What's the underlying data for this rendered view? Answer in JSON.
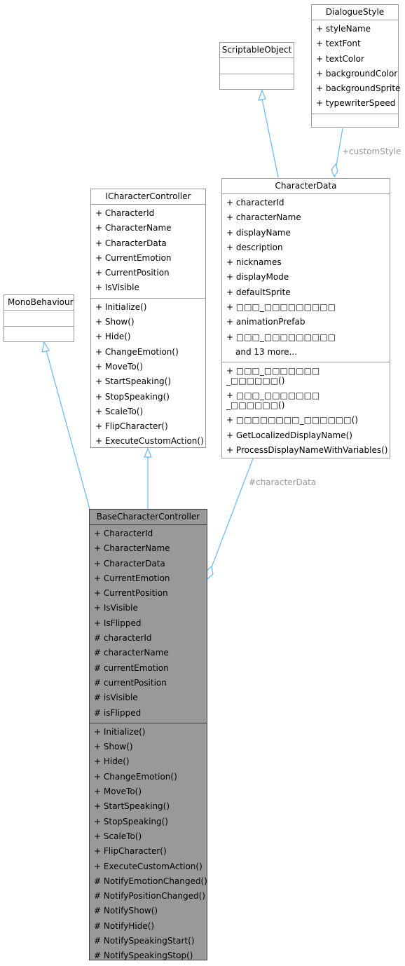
{
  "classes": {
    "dialogue_style": {
      "name": "DialogueStyle",
      "attributes": [
        "+ styleName",
        "+ textFont",
        "+ textColor",
        "+ backgroundColor",
        "+ backgroundSprite",
        "+ typewriterSpeed"
      ]
    },
    "scriptable_object": {
      "name": "ScriptableObject"
    },
    "mono_behaviour": {
      "name": "MonoBehaviour"
    },
    "icharacter_controller": {
      "name": "ICharacterController",
      "attributes": [
        "+ CharacterId",
        "+ CharacterName",
        "+ CharacterData",
        "+ CurrentEmotion",
        "+ CurrentPosition",
        "+ IsVisible"
      ],
      "operations": [
        "+ Initialize()",
        "+ Show()",
        "+ Hide()",
        "+ ChangeEmotion()",
        "+ MoveTo()",
        "+ StartSpeaking()",
        "+ StopSpeaking()",
        "+ ScaleTo()",
        "+ FlipCharacter()",
        "+ ExecuteCustomAction()"
      ]
    },
    "character_data": {
      "name": "CharacterData",
      "attributes": [
        "+ characterId",
        "+ characterName",
        "+ displayName",
        "+ description",
        "+ nicknames",
        "+ displayMode",
        "+ defaultSprite",
        "+ □□□_□□□□□□□□□",
        "+ animationPrefab",
        "+ □□□_□□□□□□□□□",
        "and 13 more..."
      ],
      "operations": [
        "+ □□□_□□□□□□□ _□□□□□□()",
        "+ □□□_□□□□□□□ _□□□□□□()",
        "+ □□□□□□□□_□□□□□□()",
        "+ GetLocalizedDisplayName()",
        "+ ProcessDisplayNameWithVariables()"
      ]
    },
    "base_character_controller": {
      "name": "BaseCharacterController",
      "attributes": [
        "+ CharacterId",
        "+ CharacterName",
        "+ CharacterData",
        "+ CurrentEmotion",
        "+ CurrentPosition",
        "+ IsVisible",
        "+ IsFlipped",
        "# characterId",
        "# characterName",
        "# currentEmotion",
        "# currentPosition",
        "# isVisible",
        "# isFlipped"
      ],
      "operations": [
        "+ Initialize()",
        "+ Show()",
        "+ Hide()",
        "+ ChangeEmotion()",
        "+ MoveTo()",
        "+ StartSpeaking()",
        "+ StopSpeaking()",
        "+ ScaleTo()",
        "+ FlipCharacter()",
        "+ ExecuteCustomAction()",
        "# NotifyEmotionChanged()",
        "# NotifyPositionChanged()",
        "# NotifyShow()",
        "# NotifyHide()",
        "# NotifySpeakingStart()",
        "# NotifySpeakingStop()"
      ]
    }
  },
  "edge_labels": {
    "custom_style": "+customStyle",
    "character_data": "#characterData"
  },
  "colors": {
    "edge": "#63B8FF",
    "main_fill": "#999999",
    "border": "#999999"
  }
}
